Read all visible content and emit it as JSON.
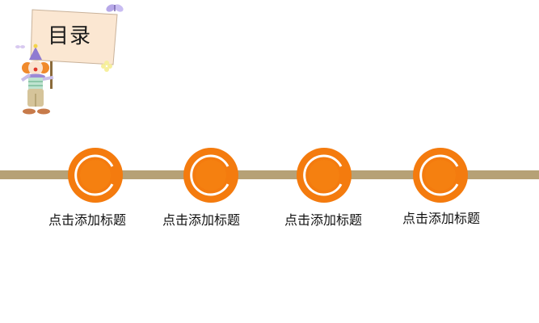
{
  "title": "目录",
  "colors": {
    "timeline_bar": "#b6a176",
    "node_orange": "#f47b0e",
    "node_dark": "#e0650a"
  },
  "decoration": {
    "sign_icon": "clown-holding-sign-icon",
    "butterfly_icon": "butterfly-icon"
  },
  "timeline": {
    "items": [
      {
        "label": "点击添加标题"
      },
      {
        "label": "点击添加标题"
      },
      {
        "label": "点击添加标题"
      },
      {
        "label": "点击添加标题"
      }
    ]
  }
}
